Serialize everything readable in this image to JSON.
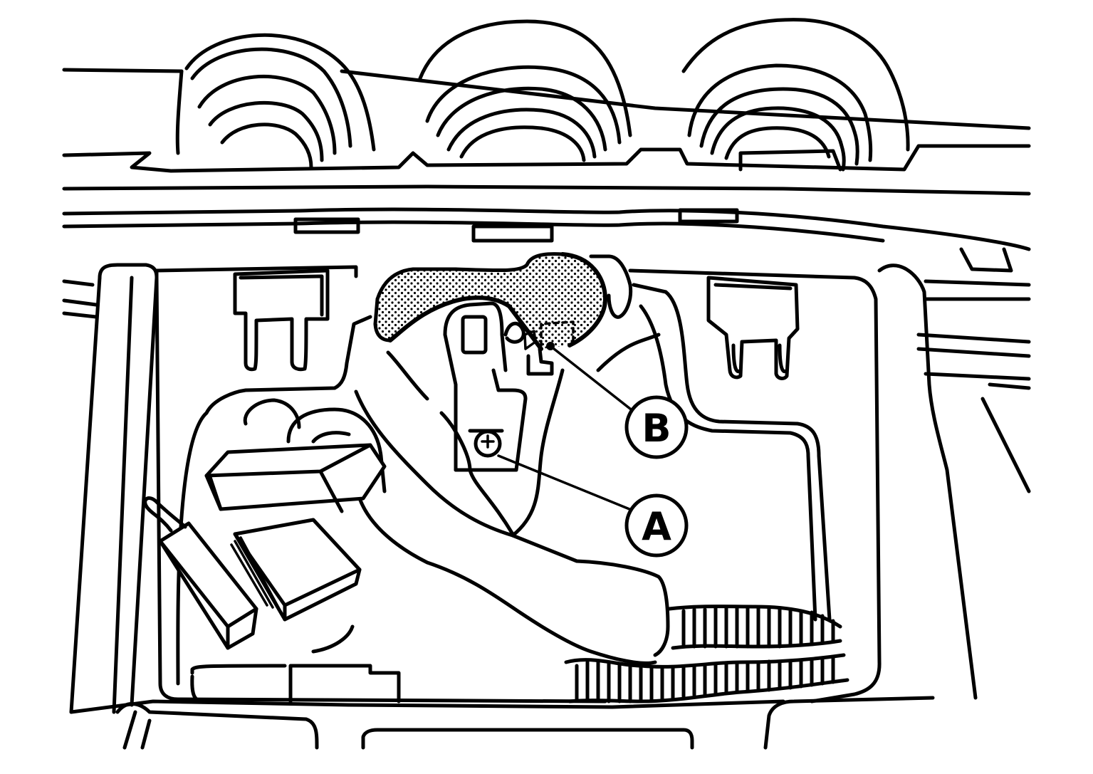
{
  "callouts": {
    "a": {
      "label": "A"
    },
    "b": {
      "label": "B"
    }
  },
  "colors": {
    "line": "#000000",
    "background": "#ffffff",
    "hatch_region": "stippled"
  }
}
